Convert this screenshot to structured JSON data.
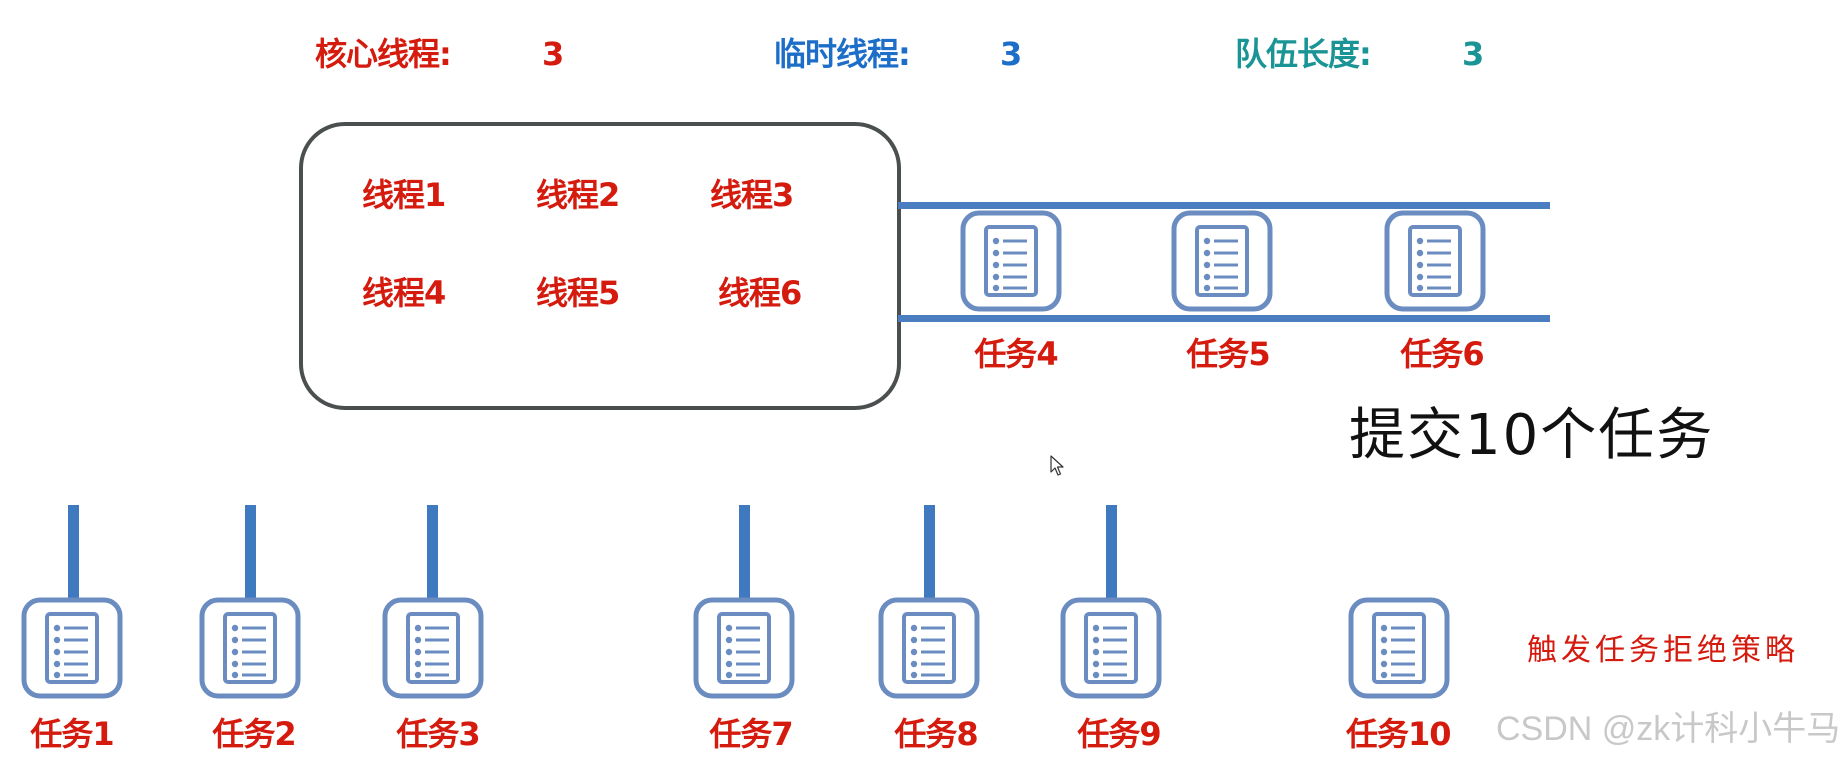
{
  "header": {
    "core_threads": {
      "label": "核心线程:",
      "value": "3",
      "color": "#d51a0e"
    },
    "temp_threads": {
      "label": "临时线程:",
      "value": "3",
      "color": "#1c6ec8"
    },
    "queue_length": {
      "label": "队伍长度:",
      "value": "3",
      "color": "#1a9494"
    }
  },
  "thread_pool": {
    "threads": [
      "线程1",
      "线程2",
      "线程3",
      "线程4",
      "线程5",
      "线程6"
    ]
  },
  "queue": {
    "tasks": [
      "任务4",
      "任务5",
      "任务6"
    ]
  },
  "submit_text": "提交10个任务",
  "submitted_tasks": {
    "executing": [
      "任务1",
      "任务2",
      "任务3",
      "任务7",
      "任务8",
      "任务9"
    ],
    "rejected": "任务10"
  },
  "reject_text": "触发任务拒绝策略",
  "watermark": "CSDN @zk计科小牛马",
  "colors": {
    "label_red": "#d51a0e",
    "icon_blue": "#6a8cc0",
    "line_blue": "#4a7ec0",
    "pool_border": "#4b4f50"
  },
  "icons": {
    "task": "document-list-icon",
    "cursor": "mouse-cursor-icon"
  }
}
